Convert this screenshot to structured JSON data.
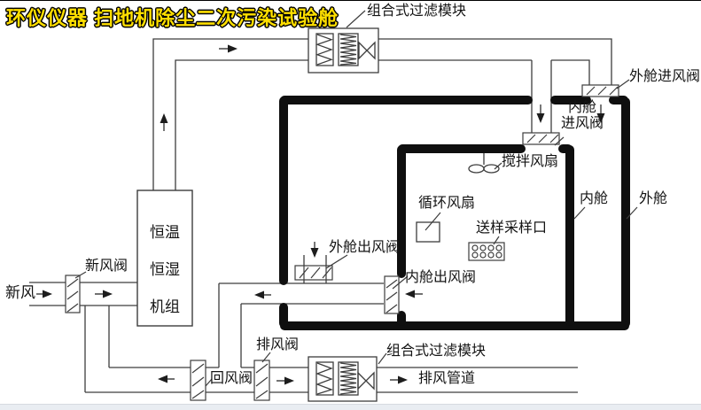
{
  "title": "环仪仪器 扫地机除尘二次污染试验舱",
  "colors": {
    "title_fill": "#ffdf00",
    "title_outline": "#000000",
    "duct_line": "#3d3d3d",
    "chamber_wall": "#0f0f0f",
    "label_text": "#141414",
    "background": "#ffffff"
  },
  "labels": {
    "top_filter": "组合式过滤模块",
    "bottom_filter": "组合式过滤模块",
    "outer_inlet_valve": "外舱进风阀",
    "inner_inlet_valve": {
      "line1": "内舱",
      "line2": "进风阀"
    },
    "stirring_fan": "搅拌风扇",
    "circulation_fan": "循环风扇",
    "sample_port": "送样采样口",
    "inner_chamber": "内舱",
    "outer_chamber": "外舱",
    "outer_outlet_valve": "外舱出风阀",
    "inner_outlet_valve": "内舱出风阀",
    "fresh_air": "新风",
    "fresh_air_valve": "新风阀",
    "return_valve": "回风阀",
    "exhaust_valve": "排风阀",
    "exhaust_duct": "排风管道",
    "ahu": {
      "line1": "恒温",
      "line2": "恒湿",
      "line3": "机组"
    }
  }
}
